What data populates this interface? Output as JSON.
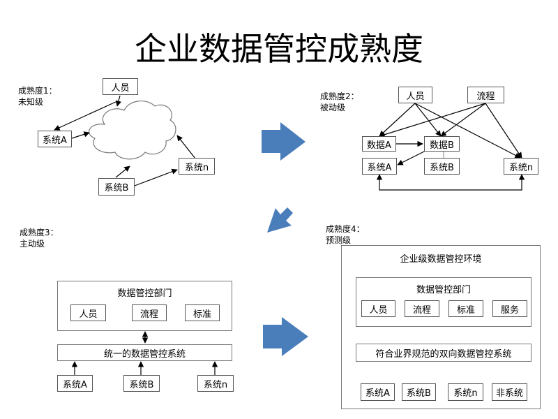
{
  "title": "企业数据管控成熟度",
  "stage1": {
    "label": "成熟度1：",
    "sublabel": "未知级",
    "person": "人员",
    "system_a": "系统A",
    "system_b": "系统B",
    "system_n": "系统n"
  },
  "stage2": {
    "label": "成熟度2：",
    "sublabel": "被动级",
    "person": "人员",
    "process": "流程",
    "data_a": "数据A",
    "data_b": "数据B",
    "system_a": "系统A",
    "system_b": "系统B",
    "system_n": "系统n"
  },
  "stage3": {
    "label": "成熟度3：",
    "sublabel": "主动级",
    "dept": "数据管控部门",
    "person": "人员",
    "process": "流程",
    "standard": "标准",
    "unified": "统一的数据管控系统",
    "system_a": "系统A",
    "system_b": "系统B",
    "system_n": "系统n"
  },
  "stage4": {
    "label": "成熟度4：",
    "sublabel": "预测级",
    "env": "企业级数据管控环境",
    "dept": "数据管控部门",
    "person": "人员",
    "process": "流程",
    "standard": "标准",
    "service": "服务",
    "bidirectional": "符合业界规范的双向数据管控系统",
    "system_a": "系统A",
    "system_b": "系统B",
    "system_n": "系统n",
    "non_system": "非系统"
  },
  "colors": {
    "arrow_fill": "#4a7ebb",
    "line": "#000000",
    "box_border": "#555555"
  }
}
